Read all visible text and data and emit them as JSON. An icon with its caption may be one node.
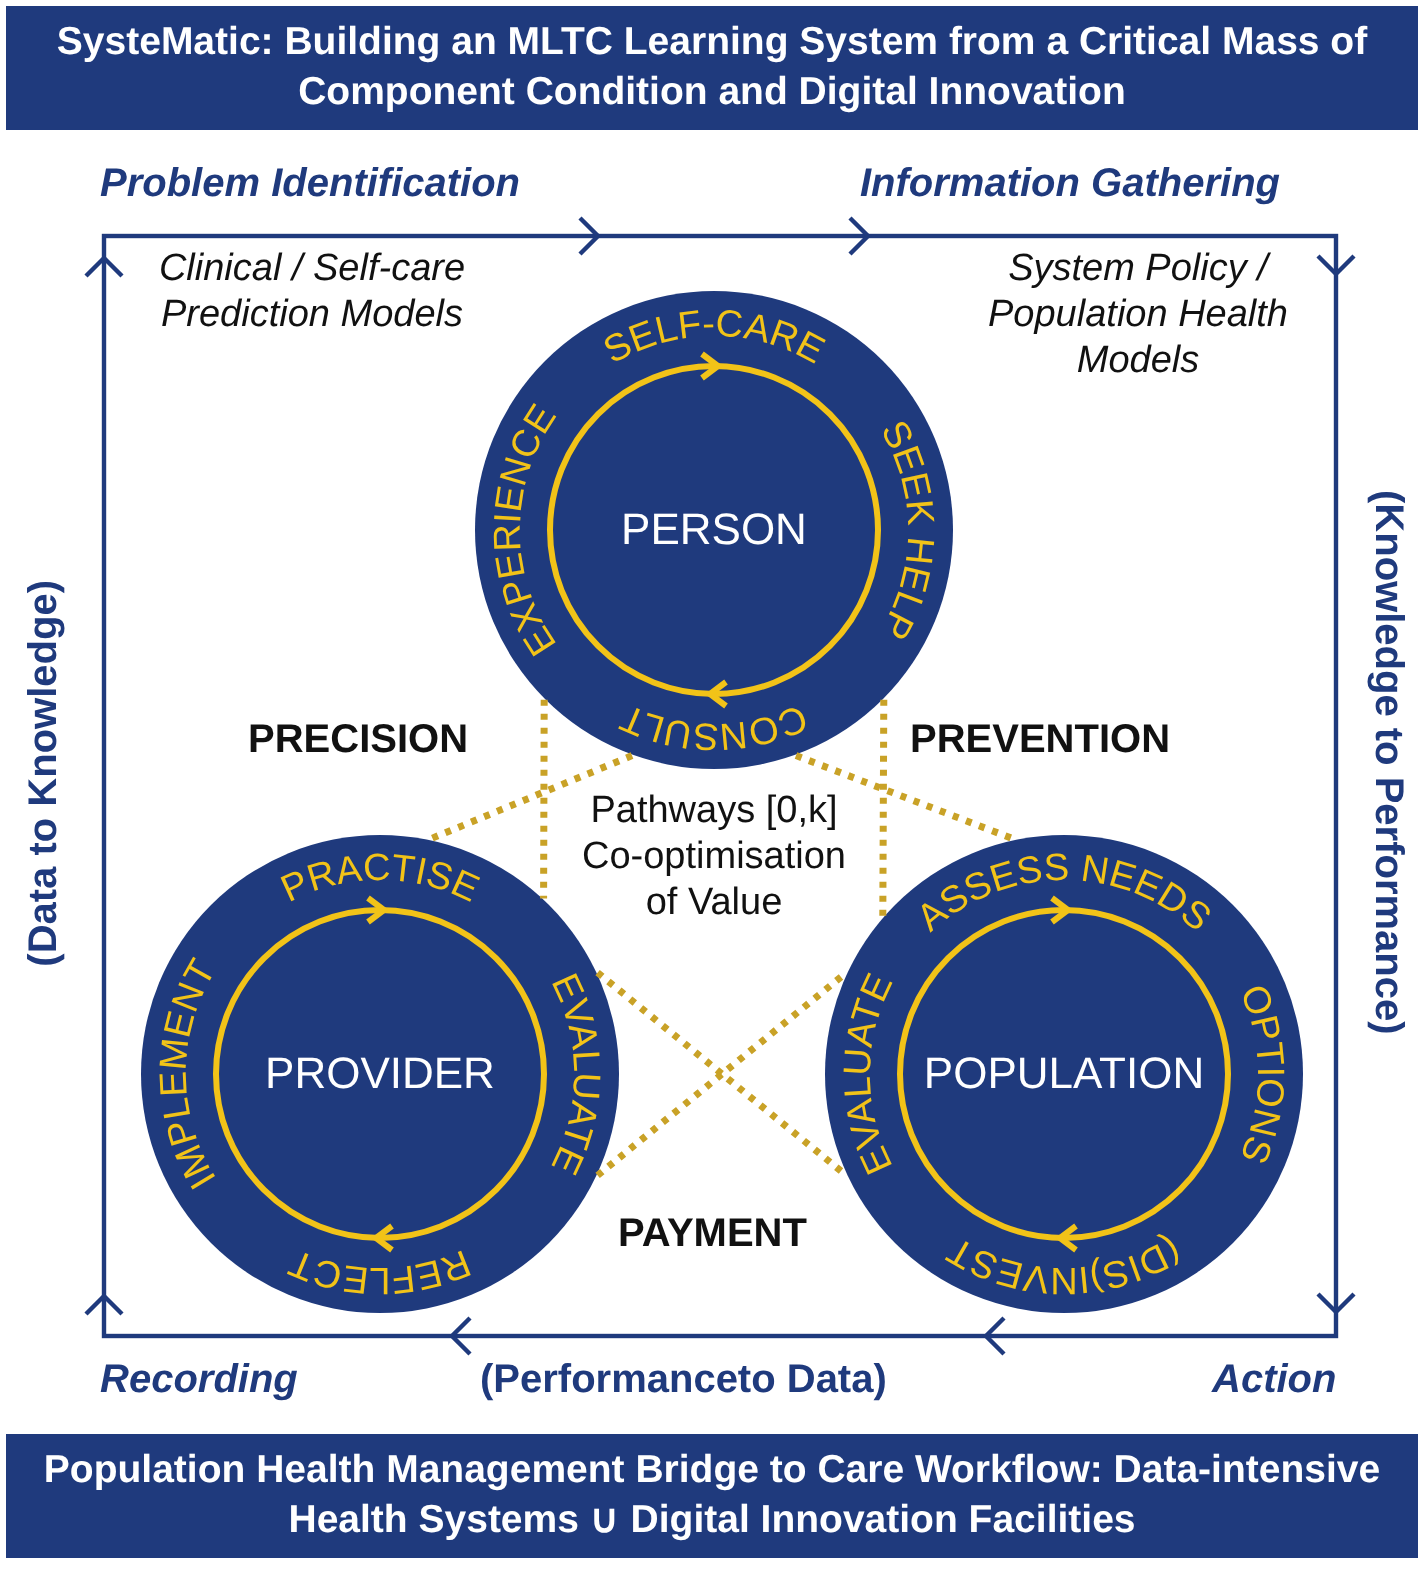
{
  "diagram": {
    "title": "SysteMatic: Building an MLTC Learning System from a Critical Mass of Component Condition and Digital Innovation",
    "caption": "Population Health Management Bridge to Care Workflow: Data-intensive Health Systems ∪ Digital Innovation Facilities",
    "nodes": [
      {
        "text": [
          "SELF-CARE",
          "EXPERIENCE",
          "PERSON",
          "SEEK HELP",
          "CONSULT"
        ]
      },
      {
        "text": [
          "PRACTISE",
          "IMPLEMENT",
          "PROVIDER",
          "EVALUATE",
          "REFLECT"
        ]
      },
      {
        "text": [
          "ASSESS NEEDS",
          "EVALUATE",
          "POPULATION",
          "OPTIONS",
          "(DIS)INVEST"
        ]
      }
    ],
    "edges": [
      {
        "from": 0,
        "to": 1,
        "arrow": "none",
        "style": "dashed"
      },
      {
        "from": 0,
        "to": 1,
        "arrow": "none",
        "style": "dashed"
      },
      {
        "from": 0,
        "to": 2,
        "arrow": "none",
        "style": "dashed"
      },
      {
        "from": 0,
        "to": 2,
        "arrow": "none",
        "style": "dashed"
      },
      {
        "from": 1,
        "to": 2,
        "arrow": "none",
        "style": "dashed"
      },
      {
        "from": 1,
        "to": 2,
        "arrow": "none",
        "style": "dashed"
      }
    ],
    "labels": [
      "Problem Identification",
      "Information Gathering",
      "Clinical / Self-care Prediction Models",
      "(Data to Knowledge)",
      "System Policy / Population Health Models",
      "(Knowledge to Performance)",
      "PRECISION",
      "PREVENTION",
      "Pathways [0,k] Co-optimisation of Value",
      "PAYMENT",
      "Recording",
      "(Performanceto Data)",
      "Action"
    ]
  }
}
